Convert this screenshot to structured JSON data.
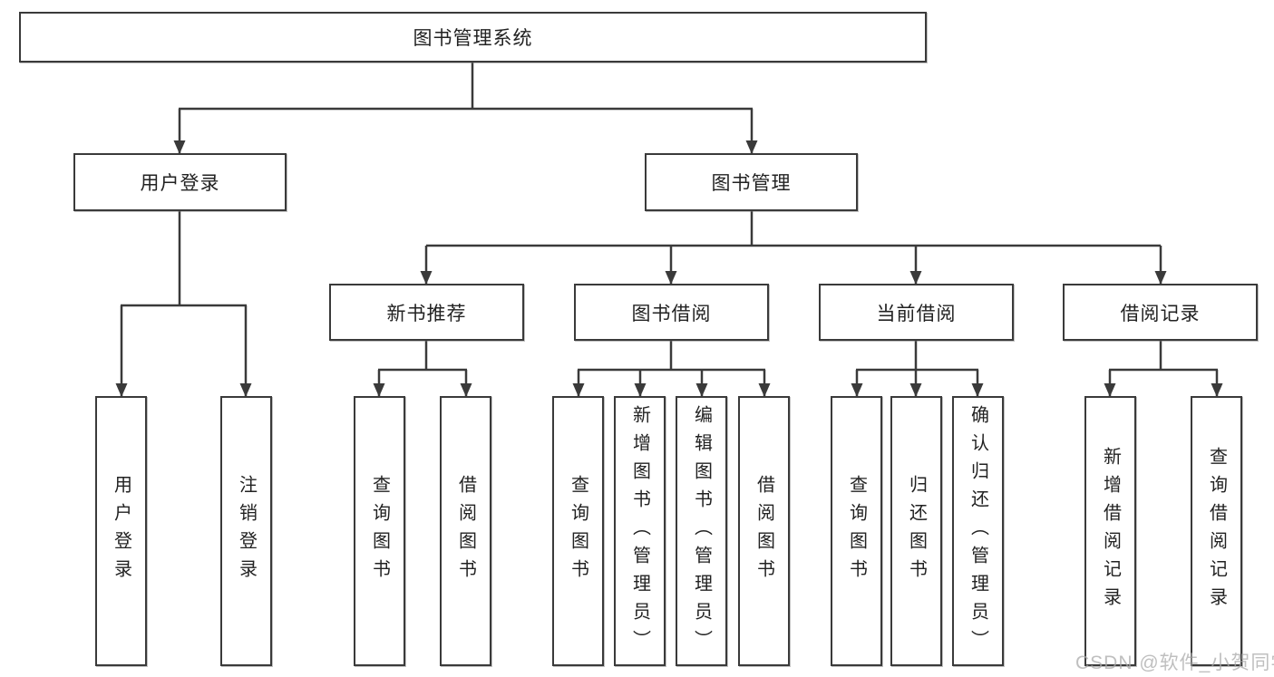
{
  "diagram": {
    "title": "图书管理系统",
    "watermark": "CSDN @软件_小贺同学",
    "colors": {
      "line": "#3a3a3a",
      "box_border": "#3a3a3a",
      "box_background": "#ffffff",
      "text": "#222222",
      "watermark": "#aaaaaa"
    },
    "nodes": {
      "root": {
        "label": "图书管理系统"
      },
      "user_login_branch": {
        "label": "用户登录"
      },
      "book_mgmt_branch": {
        "label": "图书管理"
      },
      "level3": [
        {
          "label": "新书推荐"
        },
        {
          "label": "图书借阅"
        },
        {
          "label": "当前借阅"
        },
        {
          "label": "借阅记录"
        }
      ],
      "leaves": [
        {
          "label": "用户登录",
          "parent": "用户登录"
        },
        {
          "label": "注销登录",
          "parent": "用户登录"
        },
        {
          "label": "查询图书",
          "parent": "新书推荐"
        },
        {
          "label": "借阅图书",
          "parent": "新书推荐"
        },
        {
          "label": "查询图书",
          "parent": "图书借阅"
        },
        {
          "label": "新增图书（管理员）",
          "parent": "图书借阅"
        },
        {
          "label": "编辑图书（管理员）",
          "parent": "图书借阅"
        },
        {
          "label": "借阅图书",
          "parent": "图书借阅"
        },
        {
          "label": "查询图书",
          "parent": "当前借阅"
        },
        {
          "label": "归还图书",
          "parent": "当前借阅"
        },
        {
          "label": "确认归还（管理员）",
          "parent": "当前借阅"
        },
        {
          "label": "新增借阅记录",
          "parent": "借阅记录"
        },
        {
          "label": "查询借阅记录",
          "parent": "借阅记录"
        }
      ]
    }
  }
}
